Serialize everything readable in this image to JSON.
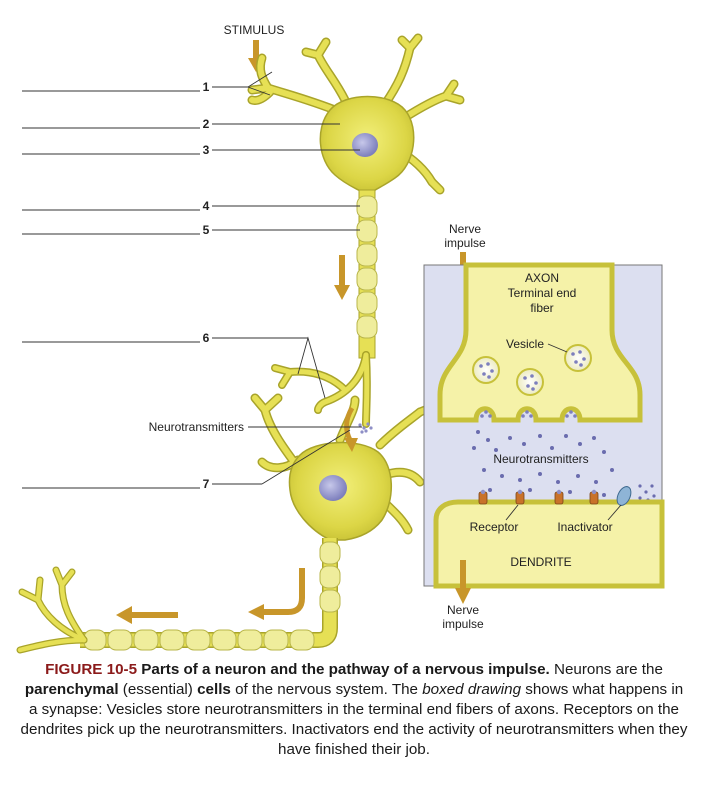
{
  "labels": {
    "stimulus": "STIMULUS",
    "numbers": [
      "1",
      "2",
      "3",
      "4",
      "5",
      "6",
      "7"
    ],
    "neurotransmitters_left": "Neurotransmitters",
    "nerve_impulse_top": [
      "Nerve",
      "impulse"
    ],
    "axon_title": [
      "AXON",
      "Terminal end",
      "fiber"
    ],
    "vesicle": "Vesicle",
    "neurotransmitters_box": "Neurotransmitters",
    "receptor": "Receptor",
    "inactivator": "Inactivator",
    "dendrite": "DENDRITE",
    "nerve_impulse_bottom": [
      "Nerve",
      "impulse"
    ]
  },
  "caption": {
    "figure_id": "FIGURE 10-5",
    "title": "Parts of a neuron and the pathway of a nervous impulse.",
    "t1": "Neurons are the",
    "b1": "parenchymal",
    "t2": "(essential)",
    "b2": "cells",
    "t3": "of the nervous system. The",
    "i1": "boxed drawing",
    "t4": "shows what happens in a synapse: Vesicles store neurotransmitters in the terminal end fibers of axons. Receptors on the dendrites pick up the neurotransmitters. Inactivators end the activity of neurotransmitters when they have finished their job."
  },
  "colors": {
    "neuron_fill": "#e6e055",
    "neuron_edge": "#a9a42a",
    "myelin_fill": "#efed9c",
    "nucleus": "#8e8fc6",
    "arrow": "#c8962a",
    "box_bg": "#dcdff0",
    "caption_red": "#8b1a1a"
  }
}
